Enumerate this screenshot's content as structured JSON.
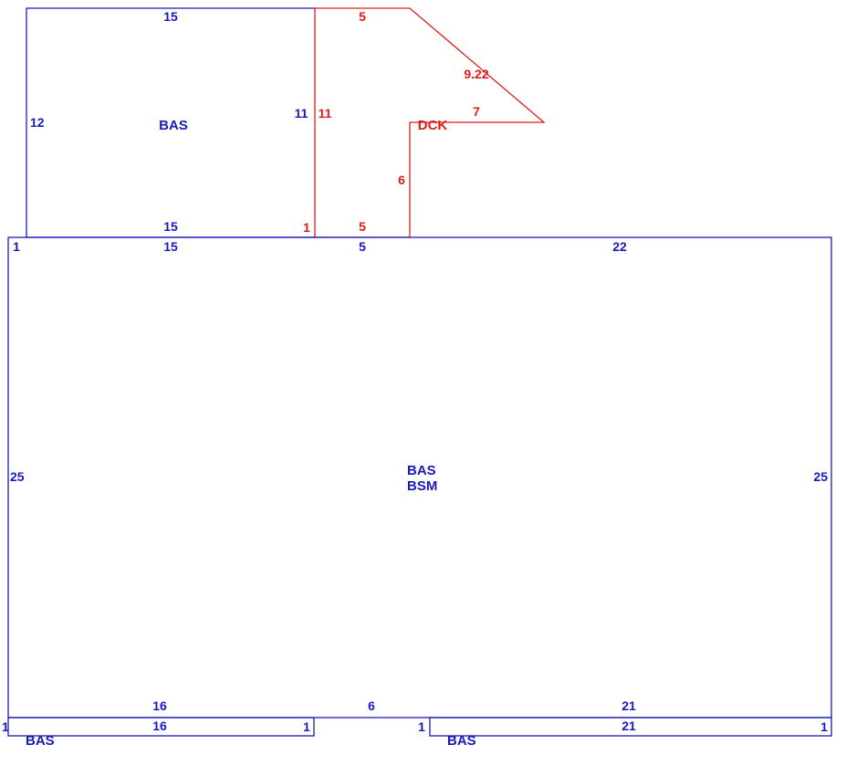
{
  "colors": {
    "living_area": "#1a1ab8",
    "deck": "#e01b1b",
    "background": "#ffffff"
  },
  "areas": {
    "upper_bas": {
      "code": "BAS",
      "dims": {
        "top": "15",
        "left": "12",
        "right": "11",
        "bottom": "15"
      }
    },
    "deck": {
      "code": "DCK",
      "dims": {
        "top": "5",
        "diagonal": "9.22",
        "step": "7",
        "inner_vertical": "6",
        "left": "11",
        "bottom": "5",
        "corner": "1"
      }
    },
    "main": {
      "codes": [
        "BAS",
        "BSM"
      ],
      "dims": {
        "corner_top_left": "1",
        "top_a": "15",
        "top_b": "5",
        "top_c": "22",
        "left": "25",
        "right": "25",
        "bottom_a": "16",
        "bottom_b": "6",
        "bottom_c": "21"
      }
    },
    "lower_left_bas": {
      "code": "BAS",
      "dims": {
        "top": "16",
        "left": "1",
        "right": "1"
      }
    },
    "lower_right_bas": {
      "code": "BAS",
      "dims": {
        "top": "21",
        "left": "1",
        "right": "1"
      }
    }
  }
}
